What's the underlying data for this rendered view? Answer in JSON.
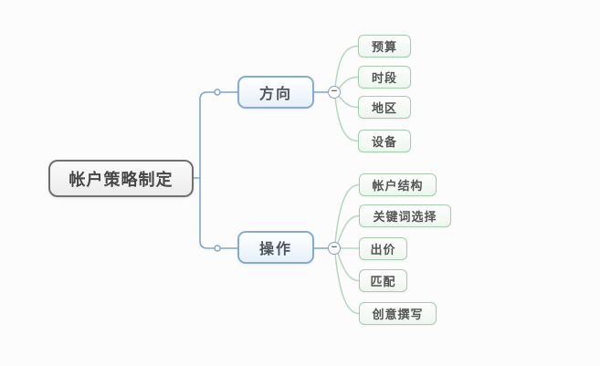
{
  "mindmap": {
    "root": {
      "label": "帐户策略制定"
    },
    "collapse_symbol": "−",
    "branches": [
      {
        "label": "方向",
        "children": [
          {
            "label": "预算"
          },
          {
            "label": "时段"
          },
          {
            "label": "地区"
          },
          {
            "label": "设备"
          }
        ]
      },
      {
        "label": "操作",
        "children": [
          {
            "label": "帐户结构"
          },
          {
            "label": "关键词选择"
          },
          {
            "label": "出价"
          },
          {
            "label": "匹配"
          },
          {
            "label": "创意撰写"
          }
        ]
      }
    ],
    "colors": {
      "branch_line": "#7da6cb",
      "child_line": "#b7d6be",
      "root_border": "#707070",
      "branch_border": "#86abd1",
      "child_border": "#a6ccae",
      "collapse_border": "#8fa0b4",
      "text": "#4f4f4f",
      "background": "#fcfcfd"
    }
  }
}
